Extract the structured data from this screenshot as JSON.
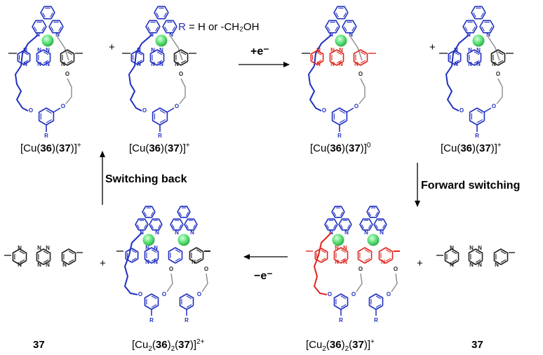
{
  "legend": {
    "symbol": "R",
    "text": " = H or -CH₂OH"
  },
  "arrows": {
    "reduction": "+e⁻",
    "oxidation": "−e⁻",
    "forward": "Forward switching",
    "back": "Switching back"
  },
  "labels": {
    "tl1": {
      "pre": "[Cu(",
      "a": "36",
      "mid": ")(",
      "b": "37",
      "post": ")]",
      "sup": "+"
    },
    "tl2": {
      "pre": "[Cu(",
      "a": "36",
      "mid": ")(",
      "b": "37",
      "post": ")]",
      "sup": "+"
    },
    "tr1": {
      "pre": "[Cu(",
      "a": "36",
      "mid": ")(",
      "b": "37",
      "post": ")]",
      "sup": "0"
    },
    "tr2": {
      "pre": "[Cu(",
      "a": "36",
      "mid": ")(",
      "b": "37",
      "post": ")]",
      "sup": "+"
    },
    "bl_free": "37",
    "bl_dimer": {
      "pre": "[Cu",
      "sub": "2",
      "open": "(",
      "a": "36",
      "close": ")",
      "sub2": "2",
      "mid": "(",
      "b": "37",
      "post": ")]",
      "sup": "2+"
    },
    "br_dimer": {
      "pre": "[Cu",
      "sub": "2",
      "open": "(",
      "a": "36",
      "close": ")",
      "sub2": "2",
      "mid": "(",
      "b": "37",
      "post": ")]",
      "sup": "+"
    },
    "br_free": "37"
  },
  "plus_signs": [
    "+",
    "+",
    "+",
    "+"
  ],
  "atoms": {
    "N": "N",
    "O": "O",
    "R": "R"
  },
  "colors": {
    "ligand_blue": "#1f2fc0",
    "reduced_red": "#e1261c",
    "copper_green": "#5fe37a",
    "bond_black": "#222222",
    "back_gray": "#8a8a8a"
  }
}
